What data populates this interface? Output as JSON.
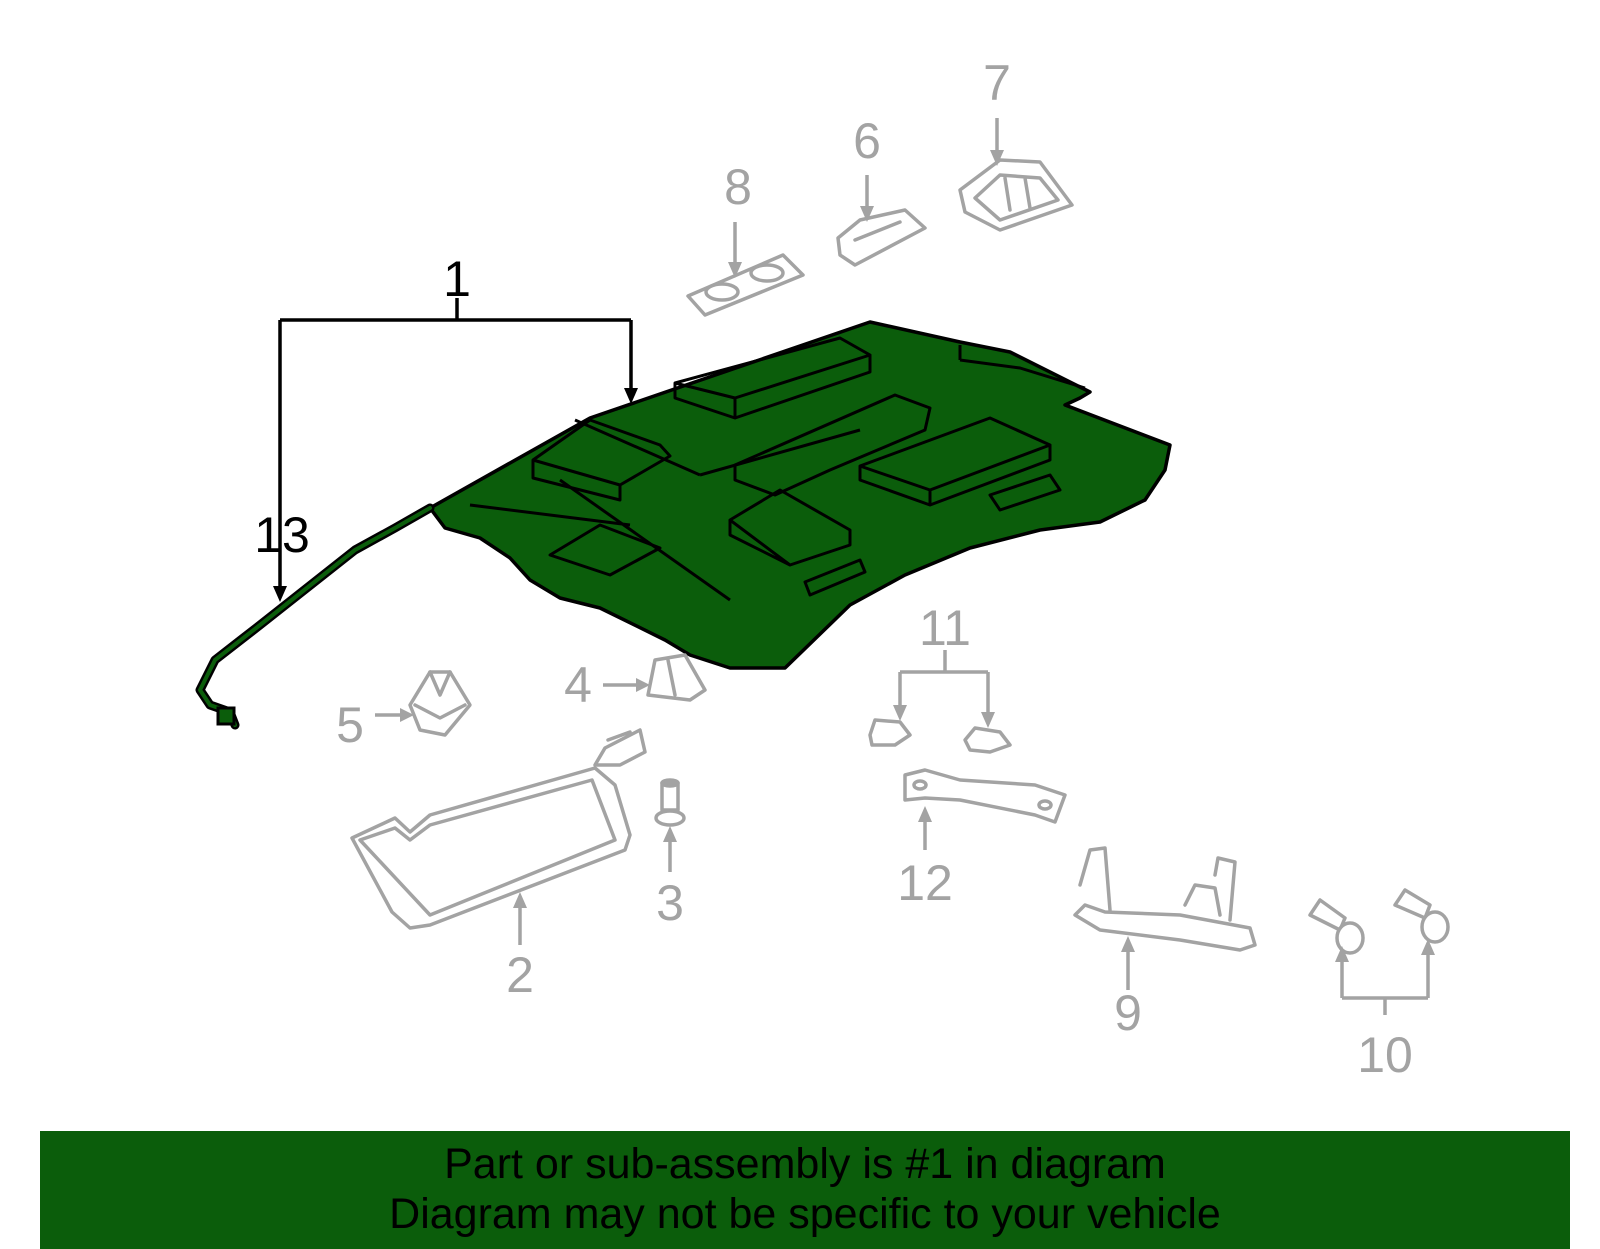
{
  "banner": {
    "line1": "Part or sub-assembly is #1 in diagram",
    "line2": "Diagram may not be specific to your vehicle"
  },
  "callouts": {
    "c1": "1",
    "c2": "2",
    "c3": "3",
    "c4": "4",
    "c5": "5",
    "c6": "6",
    "c7": "7",
    "c8": "8",
    "c9": "9",
    "c10": "10",
    "c11": "11",
    "c12": "12",
    "c13": "13"
  },
  "colors": {
    "highlight": "#0b5d0b",
    "muted_part": "#a3a3a3",
    "active_line": "#000000"
  }
}
